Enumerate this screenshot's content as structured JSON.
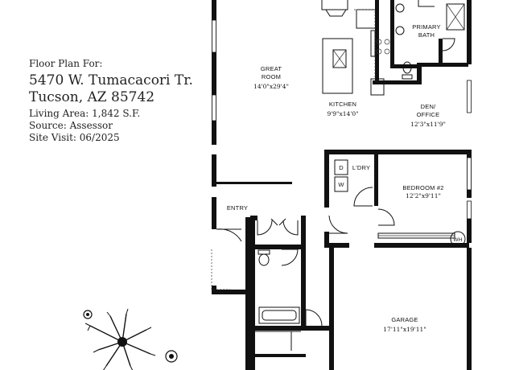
{
  "header": {
    "label": "Floor Plan For:",
    "address_line1": "5470 W. Tumacacori Tr.",
    "address_line2": "Tucson, AZ  85742",
    "living_area": "Living Area:  1,842 S.F.",
    "source": "Source:  Assessor",
    "site_visit": "Site Visit:  06/2025"
  },
  "rooms": {
    "great_room": {
      "name1": "GREAT",
      "name2": "ROOM",
      "dim": "14'0\"x29'4\""
    },
    "kitchen": {
      "name": "KITCHEN",
      "dim": "9'9\"x14'0\""
    },
    "primary_bath": {
      "name1": "PRIMARY",
      "name2": "BATH"
    },
    "den": {
      "name1": "DEN/",
      "name2": "OFFICE",
      "dim": "12'3\"x11'9\""
    },
    "laundry": {
      "name": "L'DRY",
      "dryer": "D",
      "washer": "W"
    },
    "bedroom2": {
      "name": "BEDROOM #2",
      "dim": "12'2\"x9'11\""
    },
    "water_heater": {
      "name": "WH"
    },
    "entry": {
      "name": "ENTRY"
    },
    "garage": {
      "name": "GARAGE",
      "dim": "17'11\"x19'11\""
    }
  },
  "colors": {
    "wall": "#111111",
    "text": "#222222",
    "background": "#ffffff"
  }
}
